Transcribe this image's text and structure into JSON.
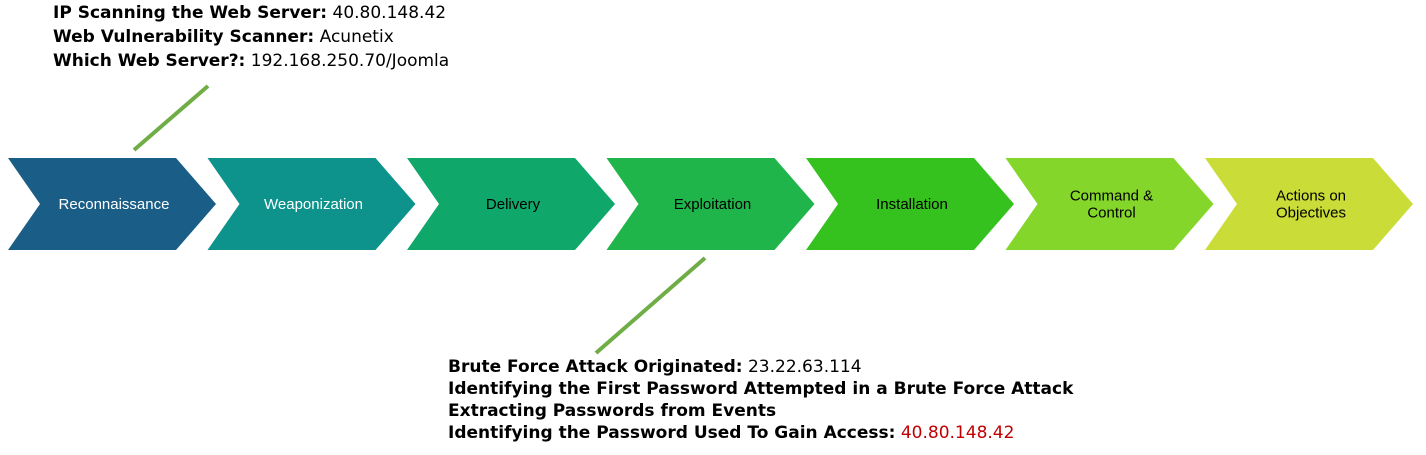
{
  "top_note": {
    "rows": [
      {
        "key": "IP Scanning the Web Server:",
        "value": "40.80.148.42"
      },
      {
        "key": "Web Vulnerability Scanner:",
        "value": "Acunetix"
      },
      {
        "key": "Which Web Server?:",
        "value": "192.168.250.70/Joomla"
      }
    ]
  },
  "bottom_note": {
    "rows": [
      {
        "key": "Brute Force Attack Originated:",
        "value": "23.22.63.114"
      },
      {
        "key": "Identifying the First Password Attempted in a Brute Force Attack",
        "value": ""
      },
      {
        "key": "Extracting Passwords from Events",
        "value": ""
      },
      {
        "key": "Identifying the Password Used To Gain Access:",
        "value": "40.80.148.42",
        "value_color": "#c00000"
      }
    ]
  },
  "kill_chain": {
    "stages": [
      {
        "lines": [
          "Reconnaissance"
        ],
        "color": "#1a5d86",
        "text_color": "#ffffff"
      },
      {
        "lines": [
          "Weaponization"
        ],
        "color": "#0d938c",
        "text_color": "#ffffff"
      },
      {
        "lines": [
          "Delivery"
        ],
        "color": "#0fa86a",
        "text_color": "#000000"
      },
      {
        "lines": [
          "Exploitation"
        ],
        "color": "#1fb54a",
        "text_color": "#000000"
      },
      {
        "lines": [
          "Installation"
        ],
        "color": "#36c21e",
        "text_color": "#000000"
      },
      {
        "lines": [
          "Command &",
          "Control"
        ],
        "color": "#85d62a",
        "text_color": "#000000"
      },
      {
        "lines": [
          "Actions on",
          "Objectives"
        ],
        "color": "#c9dc37",
        "text_color": "#000000"
      }
    ]
  },
  "connector_color": "#70ad47"
}
